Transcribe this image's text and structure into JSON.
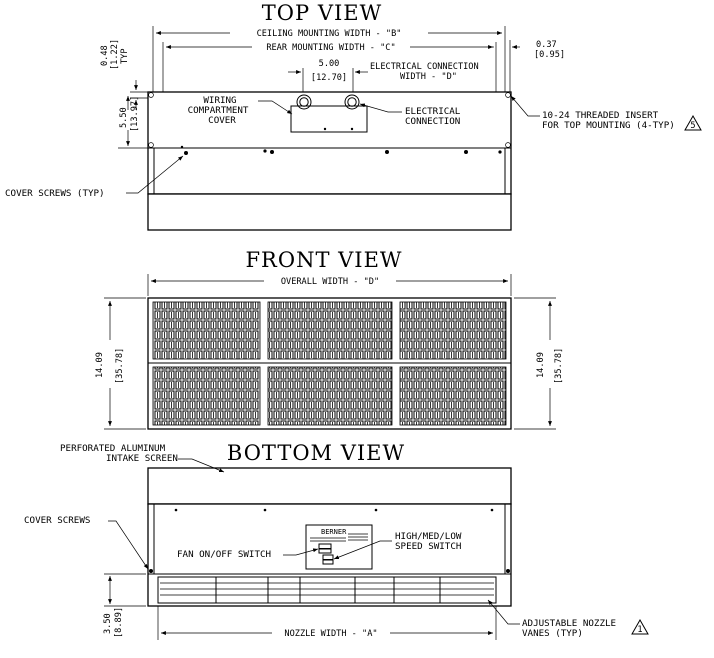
{
  "views": {
    "top": "TOP VIEW",
    "front": "FRONT VIEW",
    "bottom": "BOTTOM VIEW"
  },
  "top_view": {
    "ceiling_width": "CEILING MOUNTING WIDTH - \"B\"",
    "rear_width": "REAR MOUNTING WIDTH - \"C\"",
    "left_dim_a": "0.48",
    "left_dim_b": "[1.22]",
    "left_dim_c": "TYP",
    "right_dim_a": "0.37",
    "right_dim_b": "[0.95]",
    "center_dim_a": "5.00",
    "center_dim_b": "[12.70]",
    "elec_width_1": "ELECTRICAL CONNECTION",
    "elec_width_2": "WIDTH - \"D\"",
    "height_dim_a": "5.50",
    "height_dim_b": "[13.97]",
    "wiring_1": "WIRING",
    "wiring_2": "COMPARTMENT",
    "wiring_3": "COVER",
    "elec_conn_1": "ELECTRICAL",
    "elec_conn_2": "CONNECTION",
    "insert_1": "10-24 THREADED INSERT",
    "insert_2": "FOR TOP MOUNTING (4-TYP)",
    "insert_note": "5",
    "cover_screws": "COVER SCREWS (TYP)"
  },
  "front_view": {
    "overall_width": "OVERALL WIDTH - \"D\"",
    "height_a": "14.09",
    "height_b": "[35.78]"
  },
  "bottom_view": {
    "perf_1": "PERFORATED ALUMINUM",
    "perf_2": "INTAKE SCREEN",
    "cover_screws": "COVER SCREWS",
    "brand": "BERNER",
    "fan_switch": "FAN ON/OFF SWITCH",
    "speed_1": "HIGH/MED/LOW",
    "speed_2": "SPEED SWITCH",
    "depth_a": "3.50",
    "depth_b": "[8.89]",
    "nozzle_width": "NOZZLE WIDTH - \"A\"",
    "vanes_1": "ADJUSTABLE NOZZLE",
    "vanes_2": "VANES (TYP)",
    "vanes_note": "1"
  }
}
